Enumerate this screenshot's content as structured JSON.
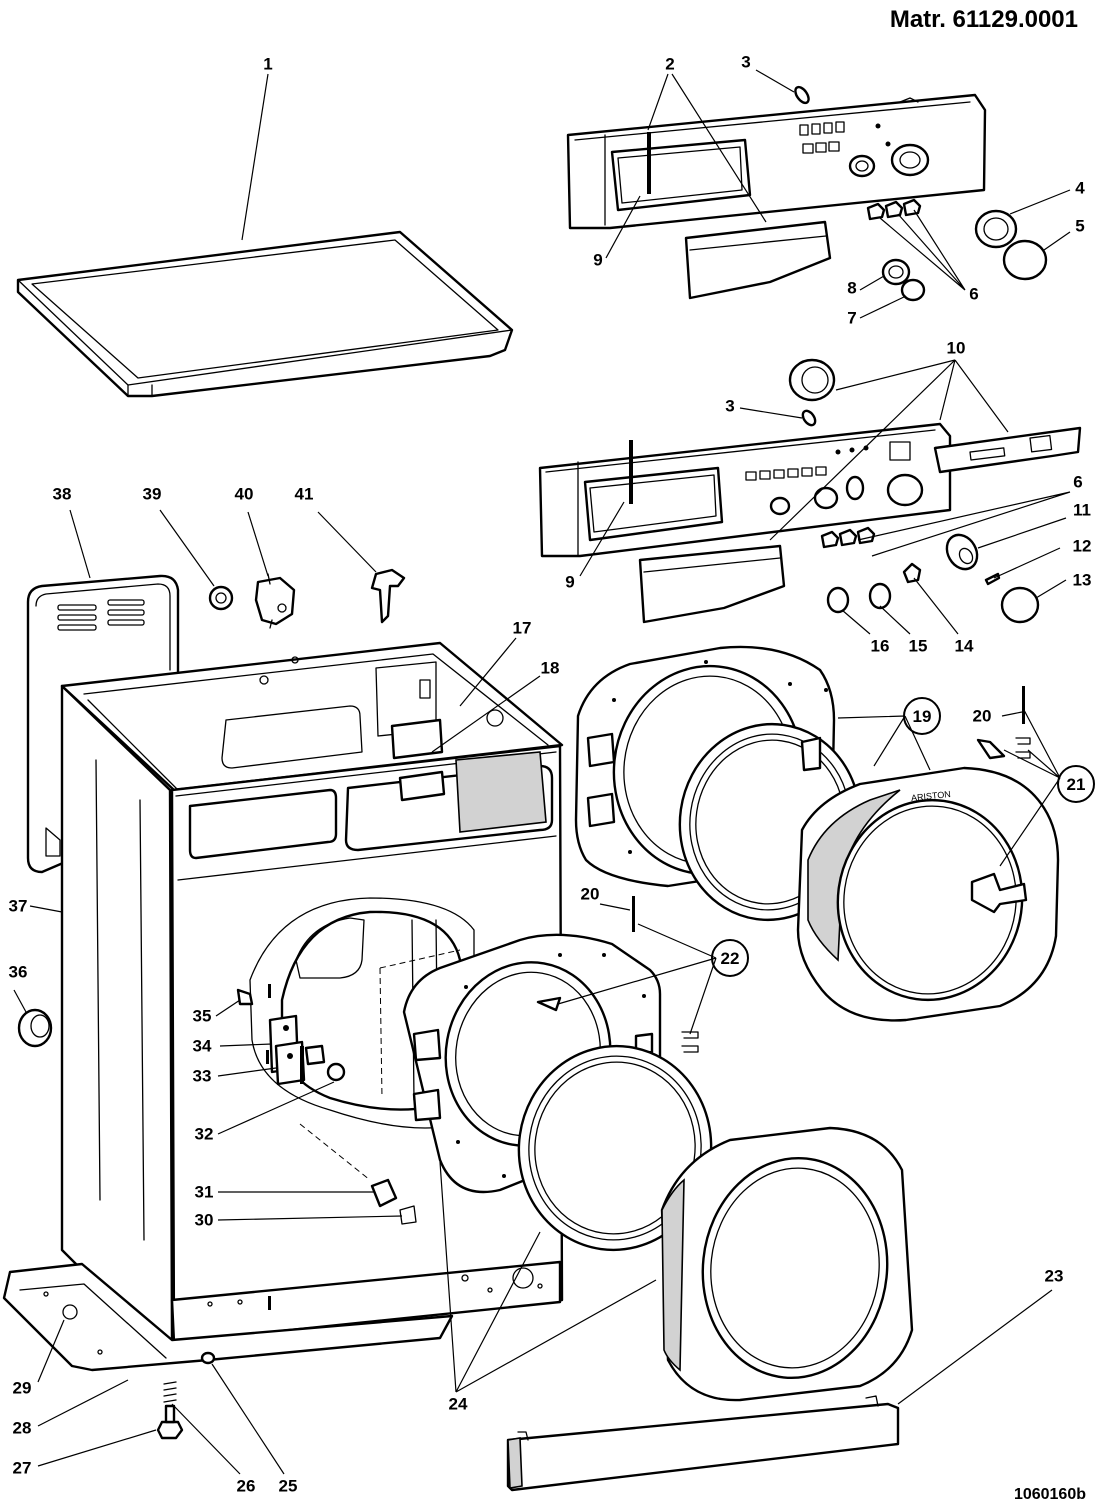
{
  "header": {
    "model": "Matr. 61129.0001"
  },
  "footer": {
    "code": "1060160b"
  },
  "labels": [
    {
      "id": "1",
      "text": "1"
    },
    {
      "id": "2",
      "text": "2"
    },
    {
      "id": "3a",
      "text": "3"
    },
    {
      "id": "4",
      "text": "4"
    },
    {
      "id": "5",
      "text": "5"
    },
    {
      "id": "6a",
      "text": "6"
    },
    {
      "id": "7",
      "text": "7"
    },
    {
      "id": "8",
      "text": "8"
    },
    {
      "id": "9a",
      "text": "9"
    },
    {
      "id": "10",
      "text": "10"
    },
    {
      "id": "3b",
      "text": "3"
    },
    {
      "id": "6b",
      "text": "6"
    },
    {
      "id": "11",
      "text": "11"
    },
    {
      "id": "12",
      "text": "12"
    },
    {
      "id": "13",
      "text": "13"
    },
    {
      "id": "9b",
      "text": "9"
    },
    {
      "id": "14",
      "text": "14"
    },
    {
      "id": "15",
      "text": "15"
    },
    {
      "id": "16",
      "text": "16"
    },
    {
      "id": "17",
      "text": "17"
    },
    {
      "id": "18",
      "text": "18"
    },
    {
      "id": "19",
      "text": "19"
    },
    {
      "id": "20a",
      "text": "20"
    },
    {
      "id": "21",
      "text": "21"
    },
    {
      "id": "20b",
      "text": "20"
    },
    {
      "id": "22",
      "text": "22"
    },
    {
      "id": "38",
      "text": "38"
    },
    {
      "id": "39",
      "text": "39"
    },
    {
      "id": "40",
      "text": "40"
    },
    {
      "id": "41",
      "text": "41"
    },
    {
      "id": "37",
      "text": "37"
    },
    {
      "id": "36",
      "text": "36"
    },
    {
      "id": "35",
      "text": "35"
    },
    {
      "id": "34",
      "text": "34"
    },
    {
      "id": "33",
      "text": "33"
    },
    {
      "id": "32",
      "text": "32"
    },
    {
      "id": "31",
      "text": "31"
    },
    {
      "id": "30",
      "text": "30"
    },
    {
      "id": "29",
      "text": "29"
    },
    {
      "id": "28",
      "text": "28"
    },
    {
      "id": "27",
      "text": "27"
    },
    {
      "id": "26",
      "text": "26"
    },
    {
      "id": "25",
      "text": "25"
    },
    {
      "id": "24",
      "text": "24"
    },
    {
      "id": "23",
      "text": "23"
    }
  ],
  "brand": "ARISTON"
}
